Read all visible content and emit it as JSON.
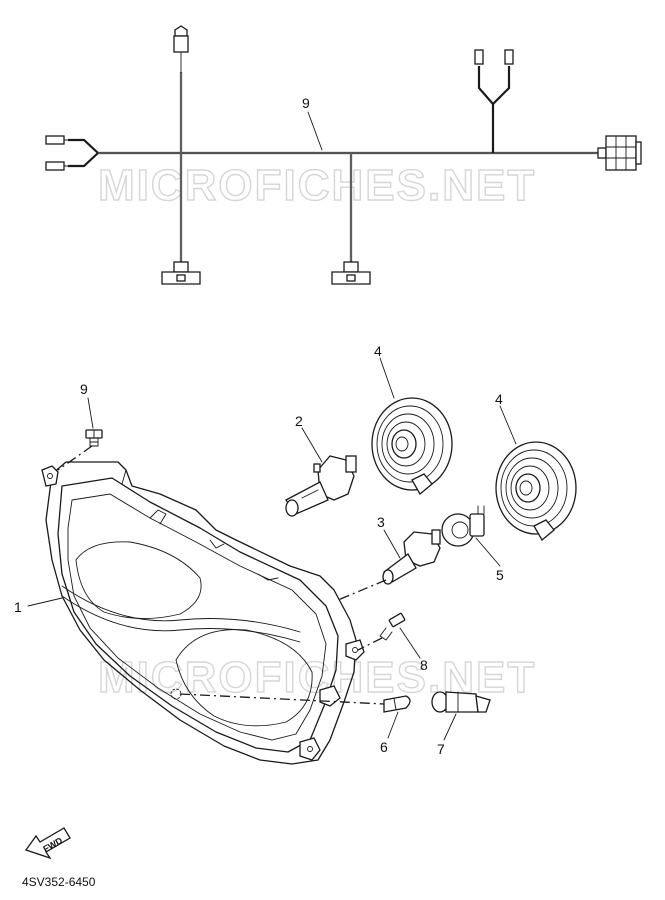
{
  "diagram_code": "4SV352-6450",
  "watermark": "MICROFICHES.NET",
  "fwd_label": "FWD",
  "callouts": {
    "headlight_unit": "1",
    "bulb_main": "2",
    "bulb_second": "3",
    "socket_cover_a": "4",
    "socket_cover_b": "4",
    "socket": "5",
    "bulb_small": "6",
    "bulb_socket": "7",
    "screw_lower": "8",
    "screw_upper": "9",
    "wire_harness": "9"
  }
}
